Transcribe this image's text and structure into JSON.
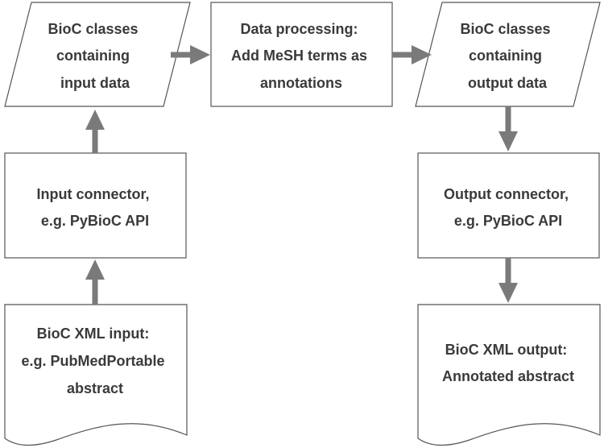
{
  "diagram": {
    "nodes": {
      "input_classes": {
        "lines": [
          "BioC classes",
          "containing",
          "input data"
        ]
      },
      "processing": {
        "lines": [
          "Data processing:",
          "Add MeSH terms as",
          "annotations"
        ]
      },
      "output_classes": {
        "lines": [
          "BioC classes",
          "containing",
          "output data"
        ]
      },
      "input_connector": {
        "lines": [
          "Input connector,",
          "e.g. PyBioC API"
        ]
      },
      "output_connector": {
        "lines": [
          "Output connector,",
          "e.g. PyBioC API"
        ]
      },
      "xml_input": {
        "lines": [
          "BioC XML input:",
          "e.g. PubMedPortable",
          "abstract"
        ]
      },
      "xml_output": {
        "lines": [
          "BioC XML output:",
          "Annotated abstract"
        ]
      }
    },
    "edges": [
      {
        "from": "xml_input",
        "to": "input_connector"
      },
      {
        "from": "input_connector",
        "to": "input_classes"
      },
      {
        "from": "input_classes",
        "to": "processing"
      },
      {
        "from": "processing",
        "to": "output_classes"
      },
      {
        "from": "output_classes",
        "to": "output_connector"
      },
      {
        "from": "output_connector",
        "to": "xml_output"
      }
    ],
    "colors": {
      "border": "#555555",
      "text": "#3a3a3a",
      "arrow": "#7a7a7a",
      "fill": "#ffffff"
    }
  }
}
